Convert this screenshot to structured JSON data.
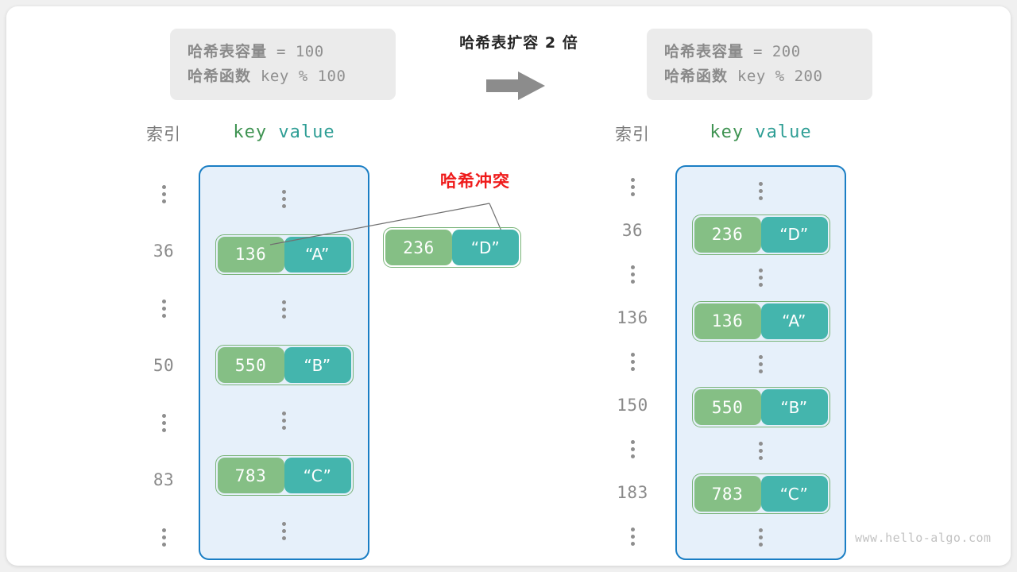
{
  "header": {
    "left_box": {
      "capacity_label": "哈希表容量",
      "capacity_expr": " = 100",
      "function_label": "哈希函数",
      "function_expr": " key % 100"
    },
    "expand_title": "哈希表扩容 2 倍",
    "arrow_icon": "right-arrow-icon",
    "right_box": {
      "capacity_label": "哈希表容量",
      "capacity_expr": " = 200",
      "function_label": "哈希函数",
      "function_expr": " key % 200"
    }
  },
  "left_table": {
    "index_header": "索引",
    "key_header": "key",
    "value_header": "value",
    "rows": [
      {
        "index": "⋮",
        "type": "dots"
      },
      {
        "index": "36",
        "type": "pair",
        "key": "136",
        "value": "“A”"
      },
      {
        "index": "⋮",
        "type": "dots"
      },
      {
        "index": "50",
        "type": "pair",
        "key": "550",
        "value": "“B”"
      },
      {
        "index": "⋮",
        "type": "dots"
      },
      {
        "index": "83",
        "type": "pair",
        "key": "783",
        "value": "“C”"
      },
      {
        "index": "⋮",
        "type": "dots"
      }
    ]
  },
  "collision": {
    "label": "哈希冲突",
    "floating_key": "236",
    "floating_value": "“D”"
  },
  "right_table": {
    "index_header": "索引",
    "key_header": "key",
    "value_header": "value",
    "rows": [
      {
        "index": "⋮",
        "type": "dots"
      },
      {
        "index": "36",
        "type": "pair",
        "key": "236",
        "value": "“D”"
      },
      {
        "index": "⋮",
        "type": "dots"
      },
      {
        "index": "136",
        "type": "pair",
        "key": "136",
        "value": "“A”"
      },
      {
        "index": "⋮",
        "type": "dots"
      },
      {
        "index": "150",
        "type": "pair",
        "key": "550",
        "value": "“B”"
      },
      {
        "index": "⋮",
        "type": "dots"
      },
      {
        "index": "183",
        "type": "pair",
        "key": "783",
        "value": "“C”"
      },
      {
        "index": "⋮",
        "type": "dots"
      }
    ]
  },
  "watermark": "www.hello-algo.com",
  "colors": {
    "key_fill": "#85bf85",
    "value_fill": "#44b5ad",
    "bucket_fill": "#e6f0fa",
    "bucket_border": "#1a7ec4",
    "collision_text": "#ef1b1b",
    "infobox_fill": "#ebebeb"
  }
}
